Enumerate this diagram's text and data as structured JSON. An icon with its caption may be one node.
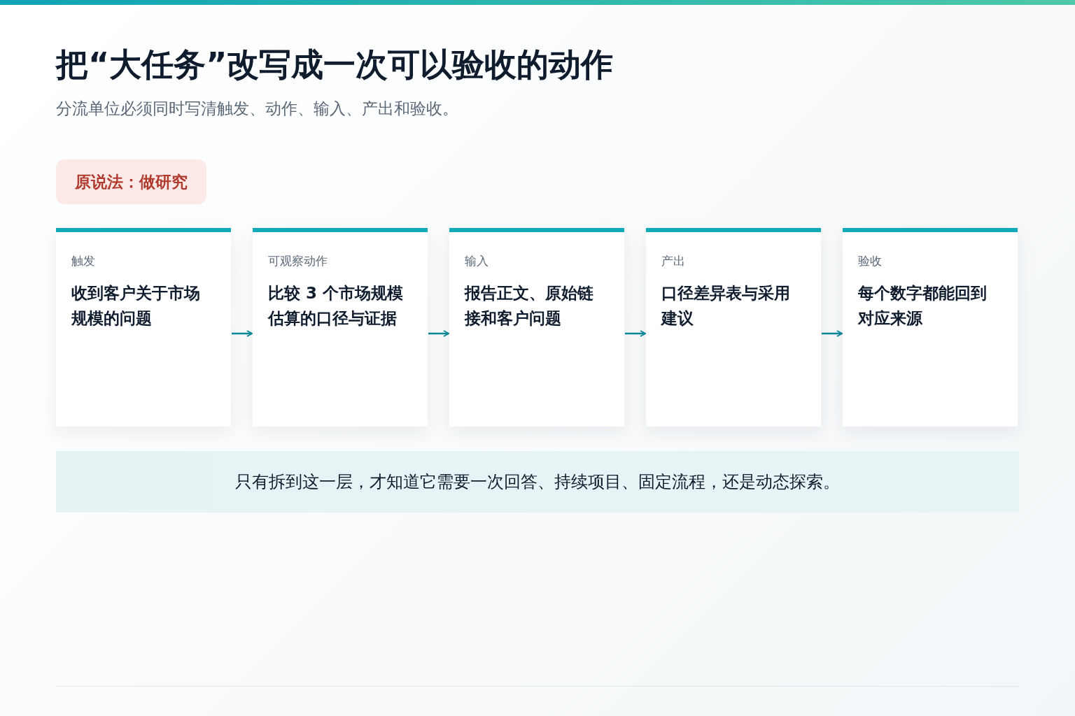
{
  "diagram": {
    "title": "把“大任务”改写成一次可以验收的动作",
    "nodes": [
      {
        "text": [
          "原说法：做研究"
        ]
      },
      {
        "text": [
          "触发",
          "收到客户关于市场规模的问题"
        ]
      },
      {
        "text": [
          "可观察动作",
          "比较 3 个市场规模估算的口径与证据"
        ]
      },
      {
        "text": [
          "输入",
          "报告正文、原始链接和客户问题"
        ]
      },
      {
        "text": [
          "产出",
          "口径差异表与采用建议"
        ]
      },
      {
        "text": [
          "验收",
          "每个数字都能回到对应来源"
        ]
      },
      {
        "text": [
          "只有拆到这一层，才知道它需要一次回答、持续项目、固定流程，还是动态探索。"
        ]
      }
    ],
    "edges": [
      {
        "from": 1,
        "to": 2,
        "arrow": "to"
      },
      {
        "from": 2,
        "to": 3,
        "arrow": "to"
      },
      {
        "from": 3,
        "to": 4,
        "arrow": "to"
      },
      {
        "from": 4,
        "to": 5,
        "arrow": "to"
      }
    ],
    "labels": [
      "分流单位必须同时写清触发、动作、输入、产出和验收。"
    ]
  }
}
